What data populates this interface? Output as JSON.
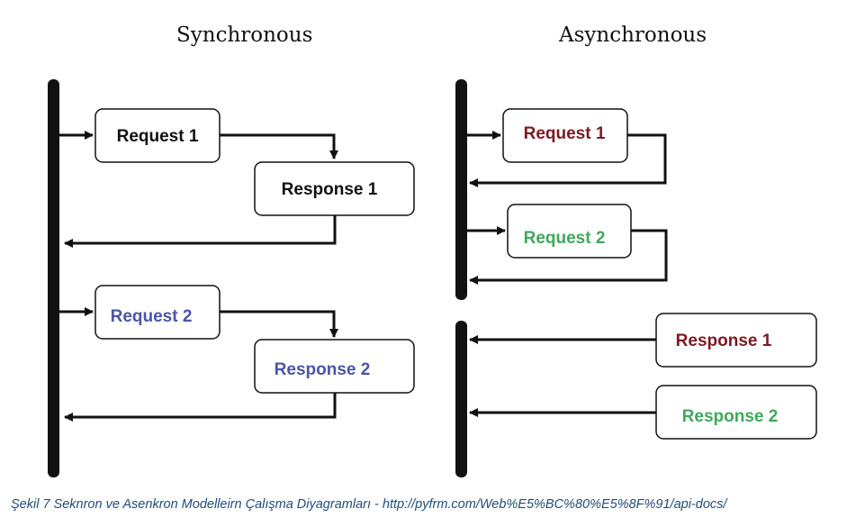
{
  "titles": {
    "synchronous": "Synchronous",
    "asynchronous": "Asynchronous"
  },
  "synchronous": {
    "request_1": "Request 1",
    "response_1": "Response 1",
    "request_2": "Request 2",
    "response_2": "Response 2"
  },
  "asynchronous": {
    "request_1": "Request 1",
    "request_2": "Request 2",
    "response_1": "Response 1",
    "response_2": "Response 2"
  },
  "colors": {
    "black": "#111111",
    "dark_red": "#7b1a22",
    "green": "#3fa85a",
    "blue": "#4a55a8",
    "caption": "#1f4e79"
  },
  "caption": "Şekil 7 Seknron ve Asenkron Modelleirn Çalışma Diyagramları - http://pyfrm.com/Web%E5%BC%80%E5%8F%91/api-docs/"
}
